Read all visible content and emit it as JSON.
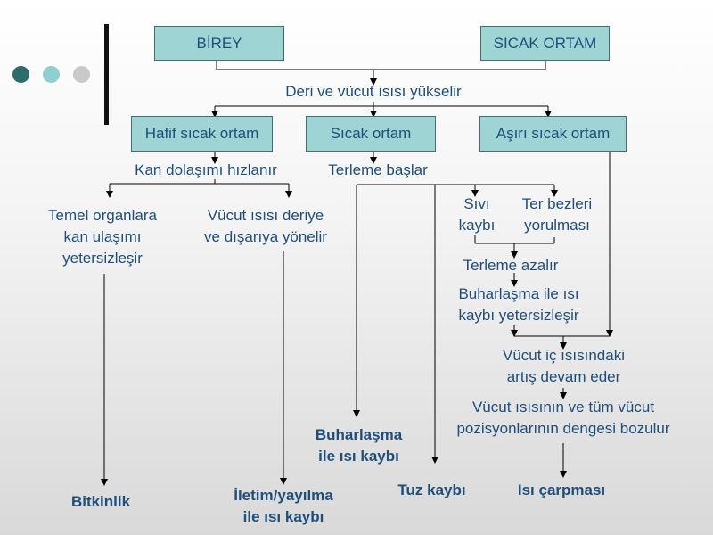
{
  "decor": {
    "dot_colors": [
      "#2f6b6b",
      "#8fcfcf",
      "#c9c9c9"
    ]
  },
  "boxes": {
    "birey": "BİREY",
    "sicak_ortam_top": "SICAK ORTAM",
    "hafif": "Hafif sıcak ortam",
    "sicak": "Sıcak ortam",
    "asiri": "Aşırı sıcak ortam"
  },
  "steps": {
    "deri": "Deri ve vücut ısısı yükselir",
    "kan": "Kan dolaşımı hızlanır",
    "terleme_baslar": "Terleme başlar",
    "temel_organlar": [
      "Temel organlara",
      "kan ulaşımı",
      "yetersizleşir"
    ],
    "vucut_deri": [
      "Vücut ısısı deriye",
      "ve dışarıya yönelir"
    ],
    "sivi": [
      "Sıvı",
      "kaybı"
    ],
    "ter_bezleri": [
      "Ter bezleri",
      "yorulması"
    ],
    "terleme_azalir": "Terleme azalır",
    "buharlasma_yetersiz": [
      "Buharlaşma ile ısı",
      "kaybı yetersizleşir"
    ],
    "ic_isi": [
      "Vücut iç ısısındaki",
      "artış devam eder"
    ],
    "denge": [
      "Vücut ısısının ve tüm vücut",
      "pozisyonlarının dengesi bozulur"
    ]
  },
  "outcomes": {
    "buharlasma": [
      "Buharlaşma",
      "ile ısı kaybı"
    ],
    "bitkinlik": "Bitkinlik",
    "iletim": [
      "İletim/yayılma",
      "ile ısı kaybı"
    ],
    "tuz": "Tuz kaybı",
    "isi_carpmasi": "Isı çarpması"
  }
}
